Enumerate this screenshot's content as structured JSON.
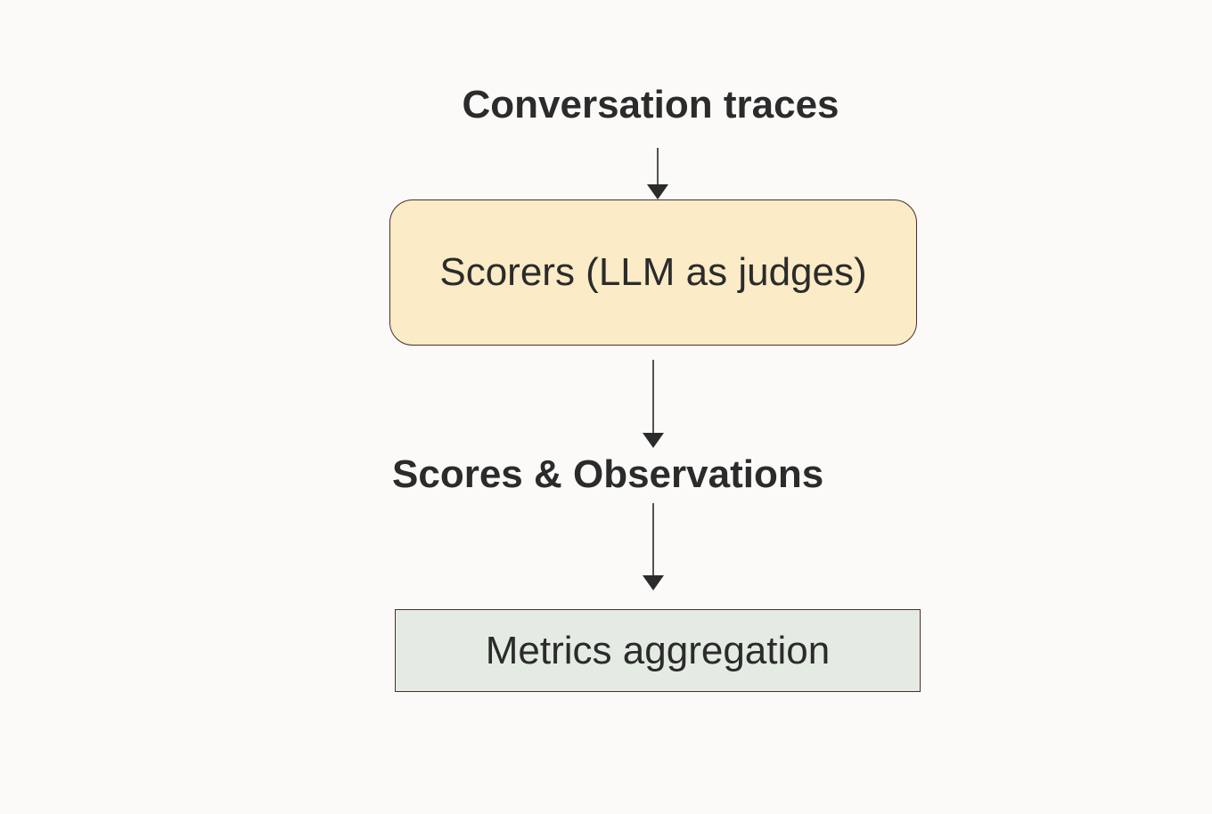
{
  "diagram": {
    "nodes": {
      "input_label": "Conversation traces",
      "scorers_label": "Scorers (LLM as judges)",
      "scores_label": "Scores & Observations",
      "metrics_label": "Metrics aggregation"
    },
    "edges": [
      {
        "from": "Conversation traces",
        "to": "Scorers (LLM as judges)"
      },
      {
        "from": "Scorers (LLM as judges)",
        "to": "Scores & Observations"
      },
      {
        "from": "Scores & Observations",
        "to": "Metrics aggregation"
      }
    ],
    "colors": {
      "background": "#fbfaf8",
      "scorers_fill": "#fbebc6",
      "metrics_fill": "#e4ebe3",
      "border": "#4a2e2e",
      "text": "#2b2b2b"
    }
  }
}
